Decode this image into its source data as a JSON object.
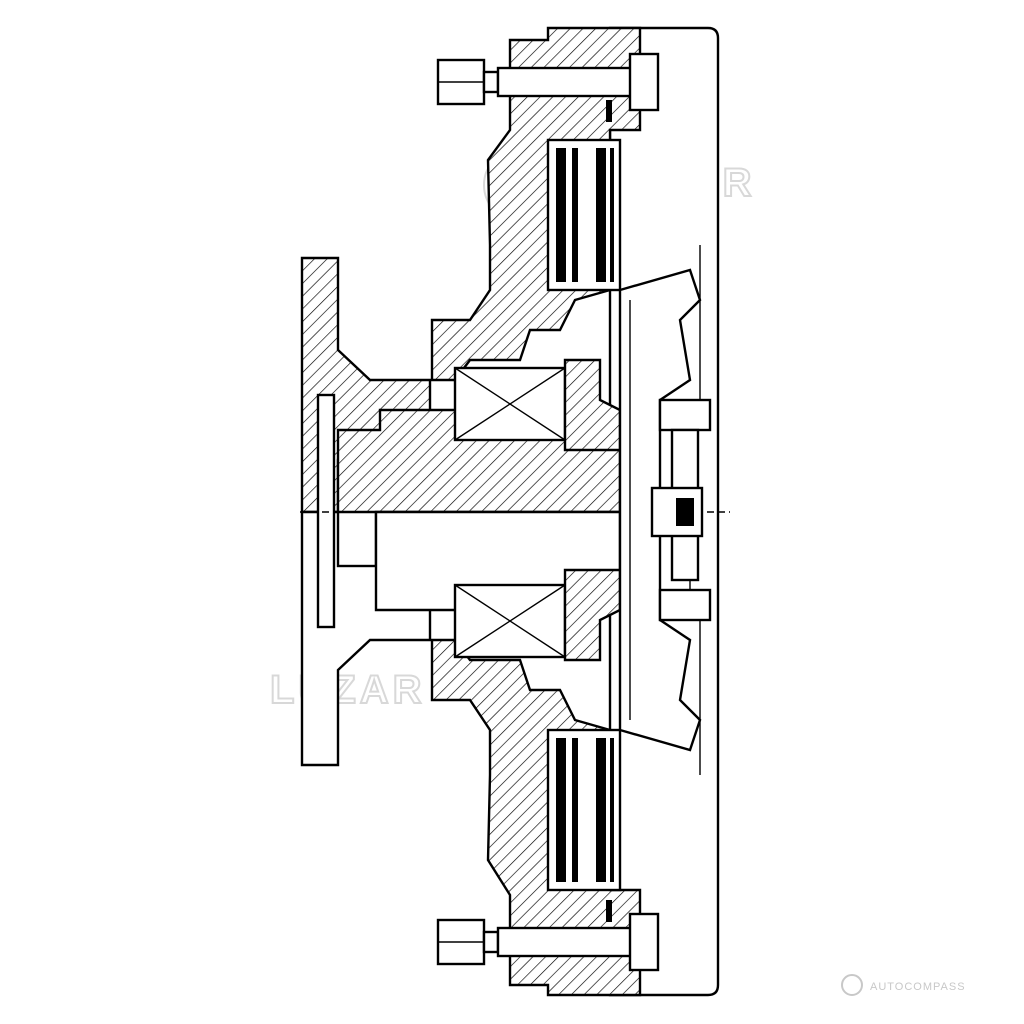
{
  "watermarks": {
    "brand_top": "LUZAR",
    "brand_left": "LUZAR",
    "source": "AUTOCOMPASS"
  },
  "colors": {
    "line": "#000000",
    "background": "#ffffff",
    "watermark": "#d8d8d8"
  },
  "icons": {
    "logo": "luzar-logo",
    "source_logo": "autocompass-logo"
  }
}
